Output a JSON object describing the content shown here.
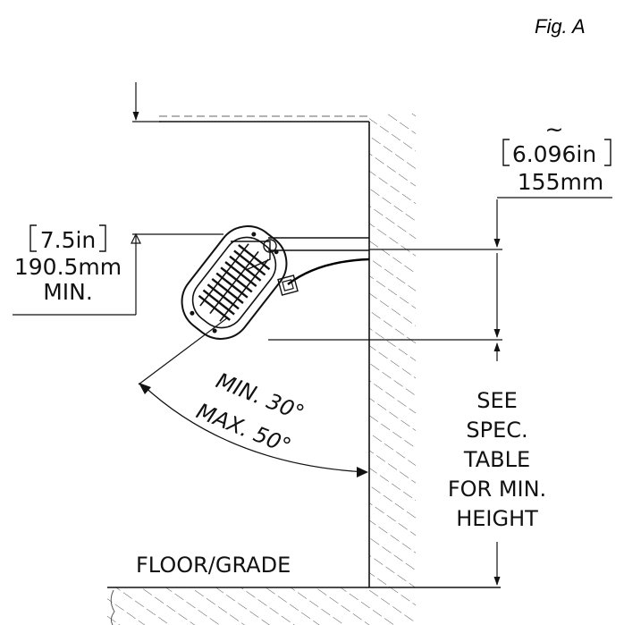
{
  "figure_label": "Fig. A",
  "dimensions": {
    "top_offset": {
      "tilde": "~",
      "imperial": "6.096in",
      "metric": "155mm"
    },
    "heater_height": {
      "imperial": "7.5in",
      "metric": "190.5mm",
      "note": "MIN."
    }
  },
  "angle": {
    "min_label": "MIN. 30°",
    "max_label": "MAX. 50°"
  },
  "spec_note": [
    "SEE",
    "SPEC.",
    "TABLE",
    "FOR MIN.",
    "HEIGHT"
  ],
  "floor_label": "FLOOR/GRADE"
}
